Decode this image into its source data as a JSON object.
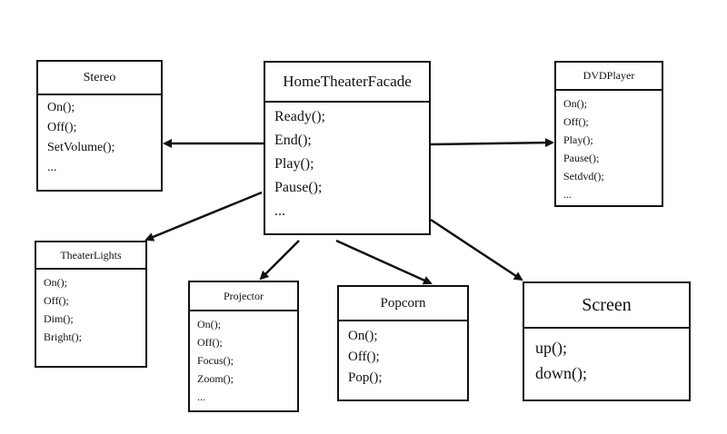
{
  "classes": {
    "facade": {
      "name": "HomeTheaterFacade",
      "methods": [
        "Ready();",
        "End();",
        "Play();",
        "Pause();",
        "..."
      ]
    },
    "stereo": {
      "name": "Stereo",
      "methods": [
        "On();",
        "Off();",
        "SetVolume();",
        "..."
      ]
    },
    "dvd": {
      "name": "DVDPlayer",
      "methods": [
        "On();",
        "Off();",
        "Play();",
        "Pause();",
        "Setdvd();",
        "..."
      ]
    },
    "lights": {
      "name": "TheaterLights",
      "methods": [
        "On();",
        "Off();",
        "Dim();",
        "Bright();"
      ]
    },
    "projector": {
      "name": "Projector",
      "methods": [
        "On();",
        "Off();",
        "Focus();",
        "Zoom();",
        "..."
      ]
    },
    "popcorn": {
      "name": "Popcorn",
      "methods": [
        "On();",
        "Off();",
        "Pop();"
      ]
    },
    "screen": {
      "name": "Screen",
      "methods": [
        "up();",
        "down();"
      ]
    }
  },
  "associations": [
    {
      "from": "facade",
      "to": "stereo"
    },
    {
      "from": "facade",
      "to": "dvd"
    },
    {
      "from": "facade",
      "to": "lights"
    },
    {
      "from": "facade",
      "to": "projector"
    },
    {
      "from": "facade",
      "to": "popcorn"
    },
    {
      "from": "facade",
      "to": "screen"
    }
  ],
  "colors": {
    "stroke": "#111111",
    "background": "#ffffff"
  }
}
